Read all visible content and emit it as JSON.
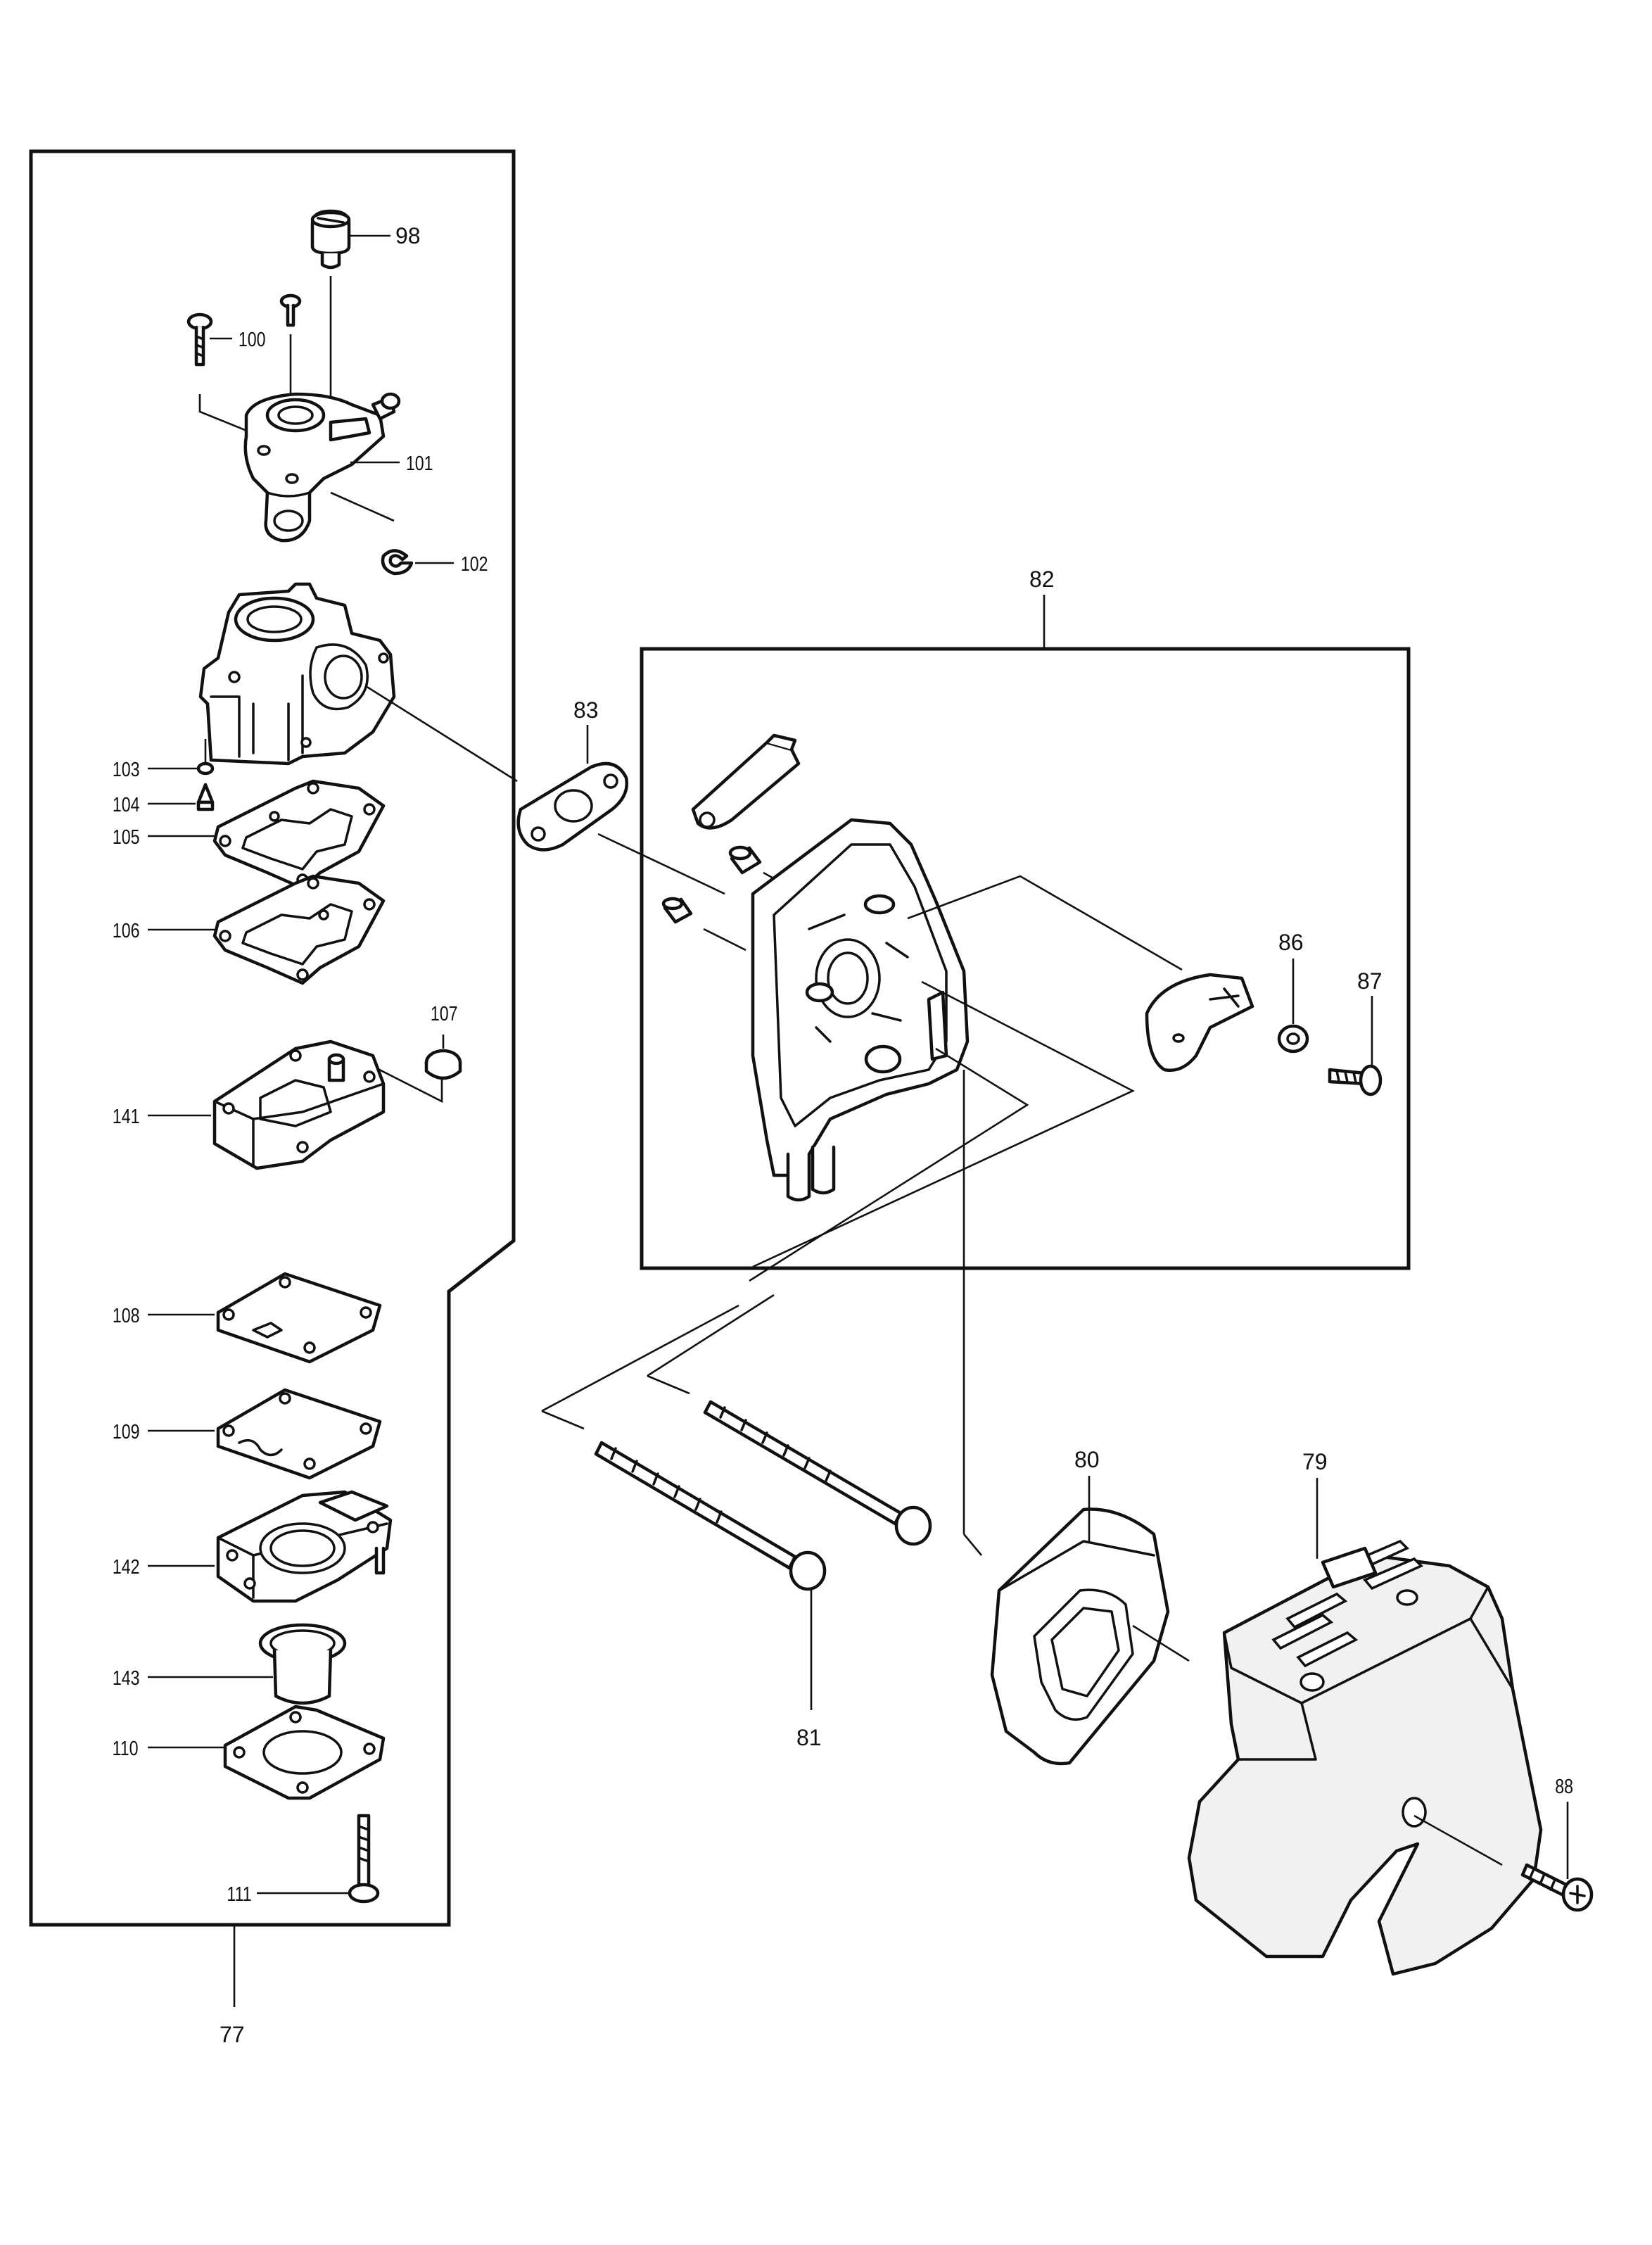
{
  "labels": {
    "p98": "98",
    "p100": "100",
    "p101": "101",
    "p102": "102",
    "p103": "103",
    "p104": "104",
    "p105": "105",
    "p106": "106",
    "p107": "107",
    "p141": "141",
    "p108": "108",
    "p109": "109",
    "p142": "142",
    "p143": "143",
    "p110": "110",
    "p111": "111",
    "p77": "77",
    "p82": "82",
    "p83": "83",
    "p86": "86",
    "p87": "87",
    "p80": "80",
    "p79": "79",
    "p81": "81",
    "p88": "88"
  }
}
